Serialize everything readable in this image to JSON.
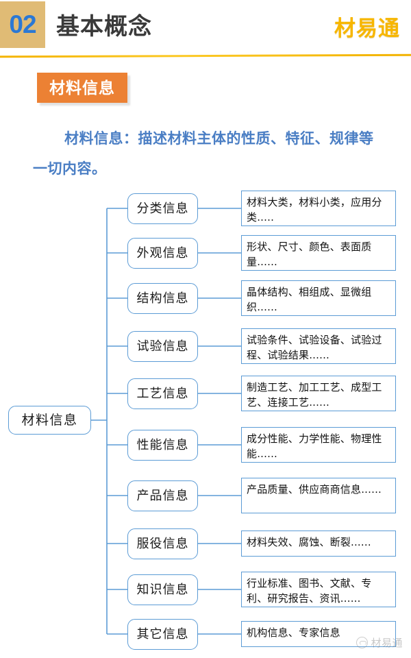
{
  "header": {
    "section_number": "02",
    "title": "基本概念",
    "brand": "材易通"
  },
  "badge": {
    "label": "材料信息"
  },
  "description": {
    "text": "材料信息：描述材料主体的性质、特征、规律等一切内容。"
  },
  "tree": {
    "root": {
      "label": "材料信息"
    },
    "branches": [
      {
        "label": "分类信息",
        "detail": "材料大类，材料小类，应用分类....."
      },
      {
        "label": "外观信息",
        "detail": "形状、尺寸、颜色、表面质量......"
      },
      {
        "label": "结构信息",
        "detail": "晶体结构、相组成、显微组织......"
      },
      {
        "label": "试验信息",
        "detail": "试验条件、试验设备、试验过程、试验结果......"
      },
      {
        "label": "工艺信息",
        "detail": "制造工艺、加工工艺、成型工艺、连接工艺......"
      },
      {
        "label": "性能信息",
        "detail": "成分性能、力学性能、物理性能......"
      },
      {
        "label": "产品信息",
        "detail": "产品质量、供应商商信息......"
      },
      {
        "label": "服役信息",
        "detail": "材料失效、腐蚀、断裂......"
      },
      {
        "label": "知识信息",
        "detail": "行业标准、图书、文献、专利、研究报告、资讯......"
      },
      {
        "label": "其它信息",
        "detail": "机构信息、专家信息"
      }
    ]
  },
  "watermark": {
    "icon": "circle-logo-icon",
    "text": "材易通"
  },
  "colors": {
    "number_box": "#e0bb75",
    "number_text": "#2b78d4",
    "brand": "#f7b600",
    "rule": "#f4b400",
    "badge_bg": "#ec8134",
    "description_text": "#4a7ec4",
    "node_border": "#5b9bd5",
    "connector": "#5b9bd5"
  },
  "layout": {
    "branch_rows_y": [
      282,
      346,
      412,
      482,
      551,
      626,
      700,
      770,
      837,
      903
    ]
  }
}
